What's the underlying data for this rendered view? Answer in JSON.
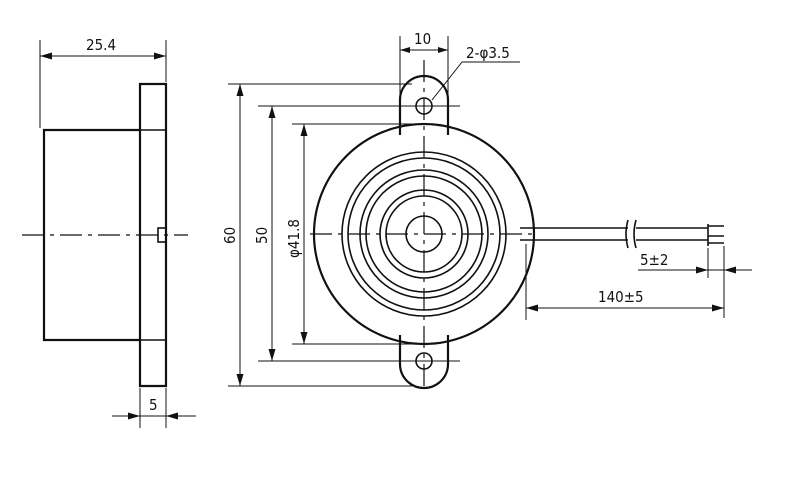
{
  "drawing": {
    "dimensions": {
      "side_width": "25.4",
      "side_tab": "5",
      "hole_spacing": "10",
      "hole_callout": "2-φ3.5",
      "overall_height": "60",
      "hole_center_height": "50",
      "body_diameter": "φ41.8",
      "wire_strip": "5±2",
      "wire_length": "140±5"
    }
  }
}
